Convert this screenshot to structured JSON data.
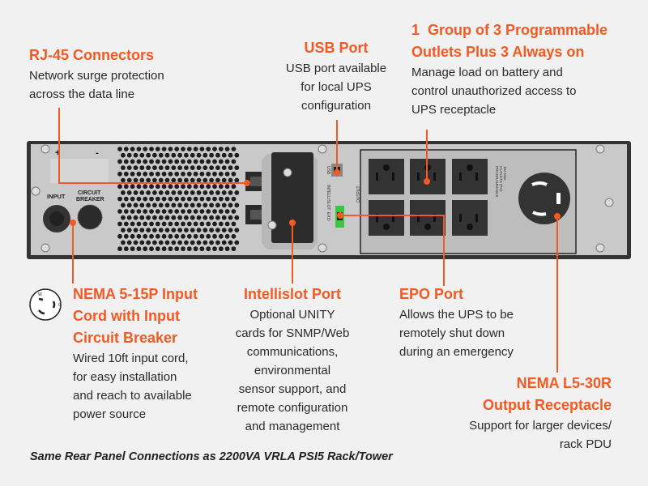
{
  "callouts": {
    "rj45": {
      "title": "RJ-45 Connectors",
      "desc": [
        "Network surge protection",
        "across the data line"
      ]
    },
    "usb": {
      "title": "USB Port",
      "desc": [
        "USB port available",
        "for local UPS",
        "configuration"
      ]
    },
    "outlets": {
      "title": [
        "1  Group of 3 Programmable",
        "Outlets Plus 3 Always on"
      ],
      "desc": [
        "Manage load on battery and",
        "control unauthorized access to",
        "UPS receptacle"
      ]
    },
    "nema_input": {
      "title": [
        "NEMA 5-15P Input",
        "Cord with Input",
        "Circuit Breaker"
      ],
      "desc": [
        "Wired 10ft input cord,",
        "for easy installation",
        "and reach to available",
        "power source"
      ]
    },
    "intellislot": {
      "title": "Intellislot Port",
      "desc": [
        "Optional UNITY",
        "cards for SNMP/Web",
        "communications,",
        "environmental",
        "sensor support, and",
        "remote configuration",
        "and management"
      ]
    },
    "epo": {
      "title": "EPO Port",
      "desc": [
        "Allows the UPS to be",
        "remotely shut down",
        "during an emergency"
      ]
    },
    "nema_output": {
      "title": [
        "NEMA L5-30R",
        "Output Receptacle"
      ],
      "desc": [
        "Support for larger devices/",
        "rack PDU"
      ]
    }
  },
  "panel": {
    "labels": {
      "plus": "+",
      "minus": "-",
      "input": "INPUT",
      "breaker": [
        "CIRCUIT",
        "BREAKER"
      ],
      "usb": "USB",
      "intellislot": "INTELLISLOT",
      "epo": "EXO",
      "output": "OUTPUT",
      "programmable": [
        "PROGRAMMABLE",
        "OUTLETS (PO)",
        "15A Max"
      ]
    },
    "plug_icon_labels": {
      "w": "W",
      "g": "G"
    }
  },
  "footer": "Same Rear Panel Connections as 2200VA VRLA PSI5 Rack/Tower",
  "colors": {
    "accent": "#f15a22",
    "panel": "#c9c9c9",
    "frame": "#3a3a3a",
    "epo_green": "#3fc43f"
  }
}
